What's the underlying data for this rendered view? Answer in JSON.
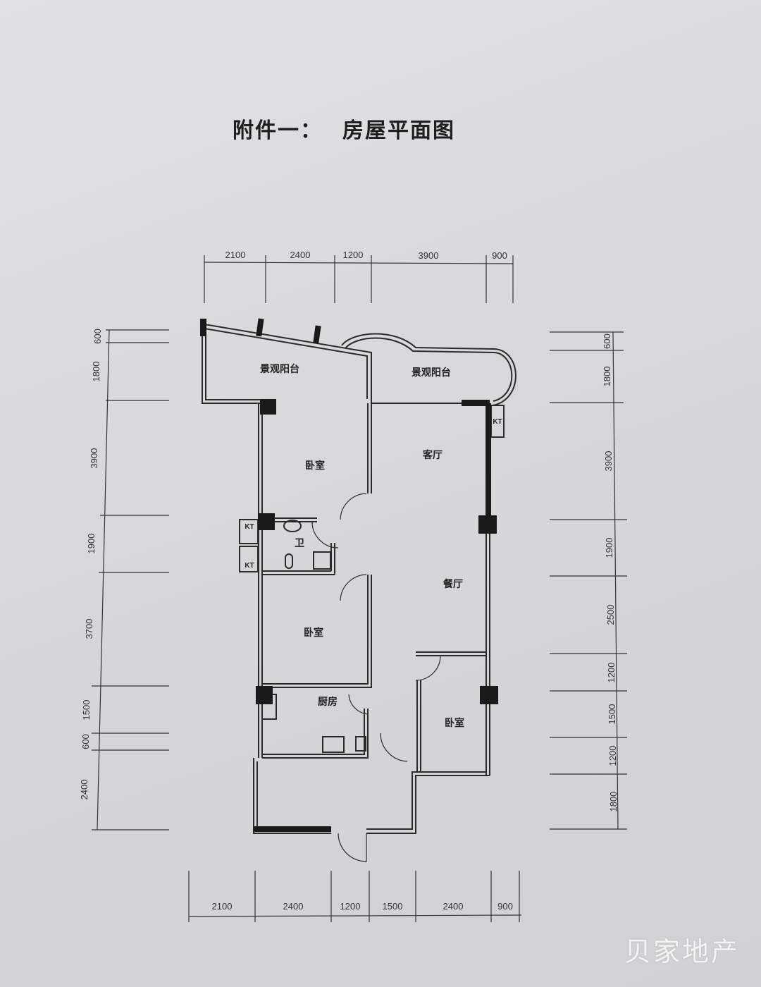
{
  "title": {
    "prefix": "附件一：",
    "text": "房屋平面图"
  },
  "watermark": "贝家地产",
  "dimensions": {
    "top": [
      "2100",
      "2400",
      "1200",
      "3900",
      "900"
    ],
    "bottom": [
      "2100",
      "2400",
      "1200",
      "1500",
      "2400",
      "900"
    ],
    "left": [
      "600",
      "1800",
      "3900",
      "1900",
      "3700",
      "1500",
      "600",
      "2400"
    ],
    "right": [
      "600",
      "1800",
      "3900",
      "1900",
      "2500",
      "1200",
      "1500",
      "1200",
      "1800"
    ]
  },
  "rooms": {
    "balcony_left": "景观阳台",
    "balcony_right": "景观阳台",
    "bedroom_north": "卧室",
    "living_room": "客厅",
    "bathroom": "卫",
    "dining_room": "餐厅",
    "bedroom_middle": "卧室",
    "kitchen": "厨房",
    "bedroom_south": "卧室",
    "ac_unit_1": "KT",
    "ac_unit_2": "KT",
    "ac_unit_3": "KT"
  }
}
